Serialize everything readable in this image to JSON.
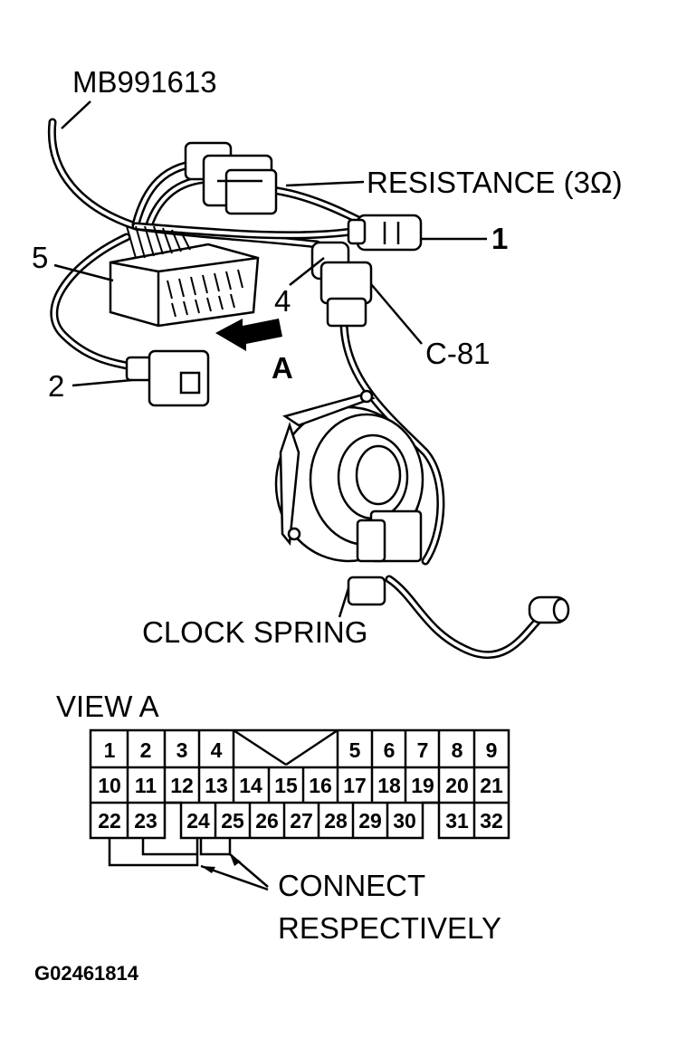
{
  "labels": {
    "tool": "MB991613",
    "resistance": "RESISTANCE (3Ω)",
    "item_1": "1",
    "item_2": "2",
    "item_4": "4",
    "item_5": "5",
    "connector": "C-81",
    "view_arrow": "A",
    "clock_spring": "CLOCK SPRING",
    "view_a": "VIEW A",
    "connect_line1": "CONNECT",
    "connect_line2": "RESPECTIVELY",
    "figure_code": "G02461814"
  },
  "pins": {
    "row1": [
      "1",
      "2",
      "3",
      "4",
      "5",
      "6",
      "7",
      "8",
      "9"
    ],
    "row2": [
      "10",
      "11",
      "12",
      "13",
      "14",
      "15",
      "16",
      "17",
      "18",
      "19",
      "20",
      "21"
    ],
    "row3": [
      "22",
      "23",
      "24",
      "25",
      "26",
      "27",
      "28",
      "29",
      "30",
      "31",
      "32"
    ]
  }
}
